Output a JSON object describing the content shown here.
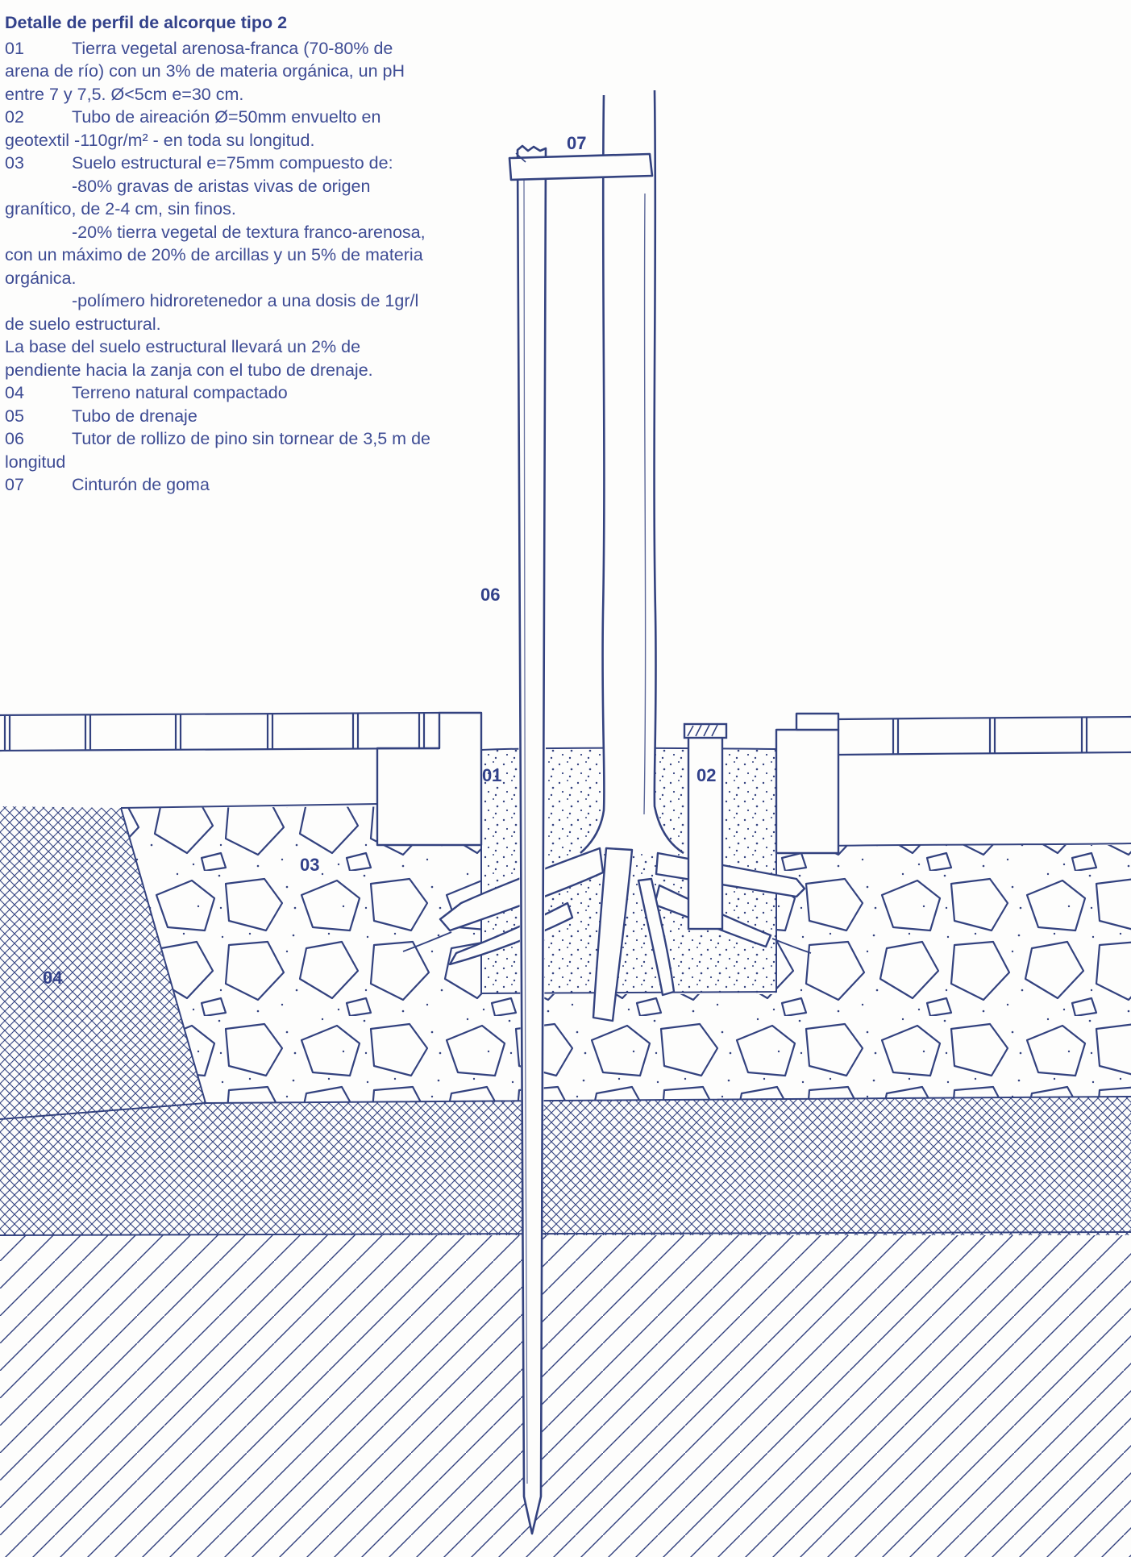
{
  "title": "Detalle de perfil de alcorque tipo 2",
  "colors": {
    "ink": "#33427f",
    "text": "#3e4c94"
  },
  "legend": {
    "entries": [
      {
        "num": "01",
        "text": "Tierra vegetal arenosa-franca (70-80% de arena de río) con un 3% de materia orgánica, un pH entre 7 y 7,5. Ø<5cm e=30 cm."
      },
      {
        "num": "02",
        "text": "Tubo de aireación Ø=50mm envuelto en geotextil -110gr/m² - en toda su longitud."
      },
      {
        "num": "03",
        "text": "Suelo estructural e=75mm compuesto de:"
      },
      {
        "text": "-80% gravas de aristas vivas de origen granítico, de 2-4 cm, sin finos."
      },
      {
        "text": "-20% tierra vegetal de textura franco-arenosa, con un máximo de 20% de arcillas y un 5% de materia orgánica."
      },
      {
        "text": "-polímero hidroretenedor a una dosis de 1gr/l de suelo estructural."
      },
      {
        "text": "La base del suelo estructural llevará un 2% de pendiente hacia la zanja con el tubo de drenaje."
      },
      {
        "num": "04",
        "text": "Terreno natural compactado"
      },
      {
        "num": "05",
        "text": "Tubo de drenaje"
      },
      {
        "num": "06",
        "text": "Tutor de rollizo de pino sin tornear de 3,5 m de longitud"
      },
      {
        "num": "07",
        "text": "Cinturón de goma"
      }
    ]
  },
  "drawing": {
    "labels": {
      "l07": "07",
      "l06": "06",
      "l01": "01",
      "l02": "02",
      "l03": "03",
      "l04": "04"
    }
  }
}
